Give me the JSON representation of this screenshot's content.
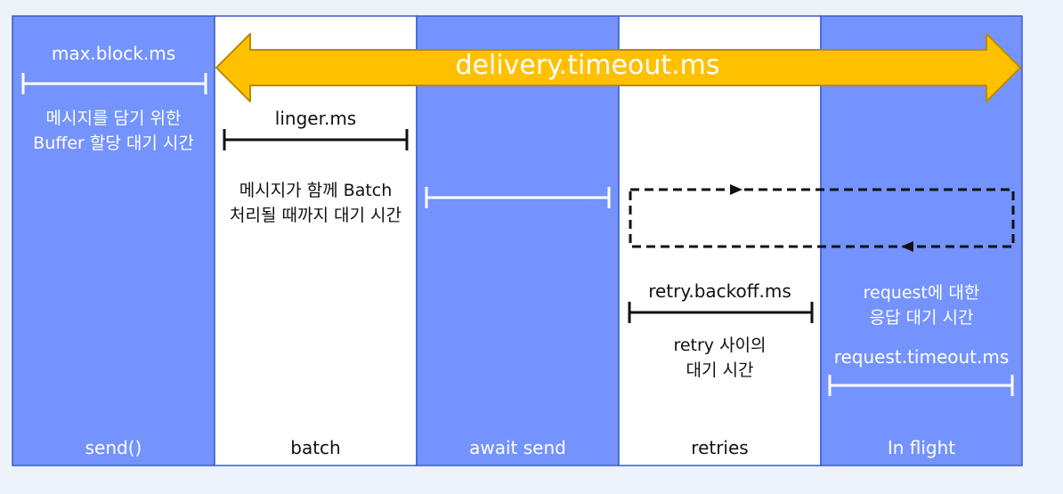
{
  "colors": {
    "background": "#eef2fb",
    "blue_column": "#7493fd",
    "white_column": "#ffffff",
    "border": "#3a5bd0",
    "arrow_fill": "#ffc000",
    "arrow_stroke": "#b98b00",
    "white_text": "#ffffff",
    "dark_text": "#111111"
  },
  "phases": [
    {
      "label": "send()",
      "fill": "blue"
    },
    {
      "label": "batch",
      "fill": "white"
    },
    {
      "label": "await send",
      "fill": "blue"
    },
    {
      "label": "retries",
      "fill": "white"
    },
    {
      "label": "In flight",
      "fill": "blue"
    }
  ],
  "delivery_timeout": {
    "label": "delivery.timeout.ms"
  },
  "max_block": {
    "label": "max.block.ms",
    "desc_line1": "메시지를 담기 위한",
    "desc_line2": "Buffer 할당 대기 시간"
  },
  "linger": {
    "label": "linger.ms",
    "desc_line1": "메시지가 함께 Batch",
    "desc_line2": "처리될 때까지 대기 시간"
  },
  "retry_backoff": {
    "label": "retry.backoff.ms",
    "desc_line1": "retry 사이의",
    "desc_line2": "대기 시간"
  },
  "request_timeout": {
    "label": "request.timeout.ms",
    "desc_line1": "request에 대한",
    "desc_line2": "응답 대기 시간"
  }
}
